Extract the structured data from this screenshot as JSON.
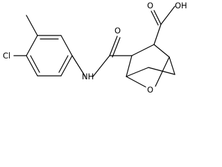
{
  "diagram": {
    "atom_labels": {
      "methyl": "",
      "chloro": "Cl",
      "amide_nh": "NH",
      "amide_o": "O",
      "acid_o": "O",
      "acid_oh": "OH",
      "ring_o": "O"
    },
    "colors": {
      "bond": "#000000",
      "text": "#000000",
      "background": "#ffffff"
    }
  }
}
